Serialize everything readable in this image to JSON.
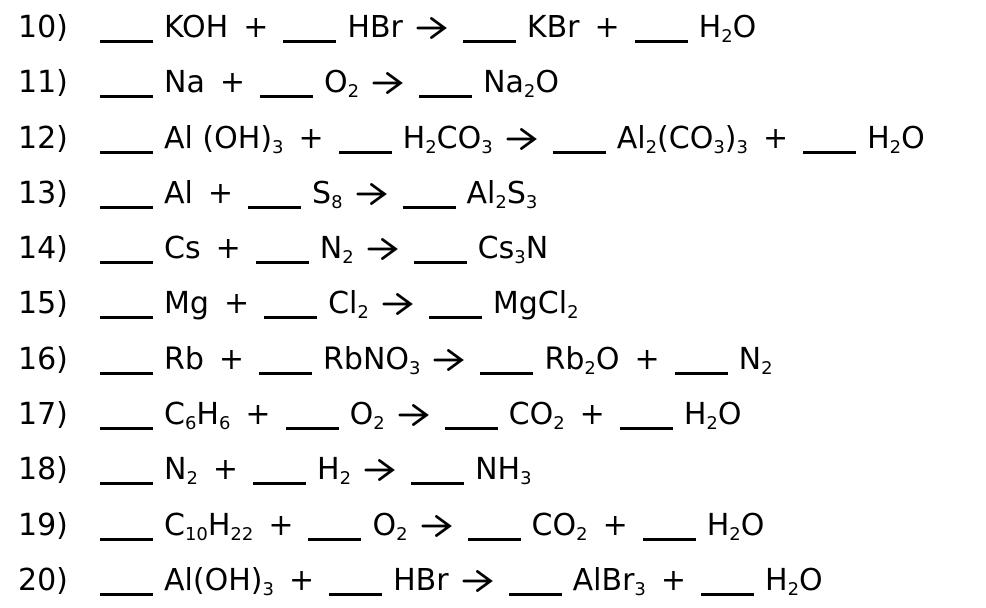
{
  "page": {
    "background_color": "#ffffff",
    "text_color": "#000000"
  },
  "worksheet": {
    "plus": "+",
    "arrow": "→",
    "blank": "___",
    "problems": [
      {
        "number": "10)",
        "reactants": [
          "KOH",
          "HBr"
        ],
        "products": [
          "KBr",
          "H_2O"
        ]
      },
      {
        "number": "11)",
        "reactants": [
          "Na",
          "O_2"
        ],
        "products": [
          "Na_2O"
        ]
      },
      {
        "number": "12)",
        "reactants": [
          "Al (OH)_3",
          "H_2CO_3"
        ],
        "products": [
          "Al_2(CO_3)_3",
          "H_2O"
        ]
      },
      {
        "number": "13)",
        "reactants": [
          "Al",
          "S_8"
        ],
        "products": [
          "Al_2S_3"
        ]
      },
      {
        "number": "14)",
        "reactants": [
          "Cs",
          "N_2"
        ],
        "products": [
          "Cs_3N"
        ]
      },
      {
        "number": "15)",
        "reactants": [
          "Mg",
          "Cl_2"
        ],
        "products": [
          "MgCl_2"
        ]
      },
      {
        "number": "16)",
        "reactants": [
          "Rb",
          "RbNO_3"
        ],
        "products": [
          "Rb_2O",
          "N_2"
        ]
      },
      {
        "number": "17)",
        "reactants": [
          "C_6H_6",
          "O_2"
        ],
        "products": [
          "CO_2",
          "H_2O"
        ]
      },
      {
        "number": "18)",
        "reactants": [
          "N_2",
          "H_2"
        ],
        "products": [
          "NH_3"
        ]
      },
      {
        "number": "19)",
        "reactants": [
          "C_{10}H_{22}",
          "O_2"
        ],
        "products": [
          "CO_2",
          "H_2O"
        ]
      },
      {
        "number": "20)",
        "reactants": [
          "Al(OH)_3",
          "HBr"
        ],
        "products": [
          "AlBr_3",
          "H_2O"
        ]
      }
    ]
  }
}
